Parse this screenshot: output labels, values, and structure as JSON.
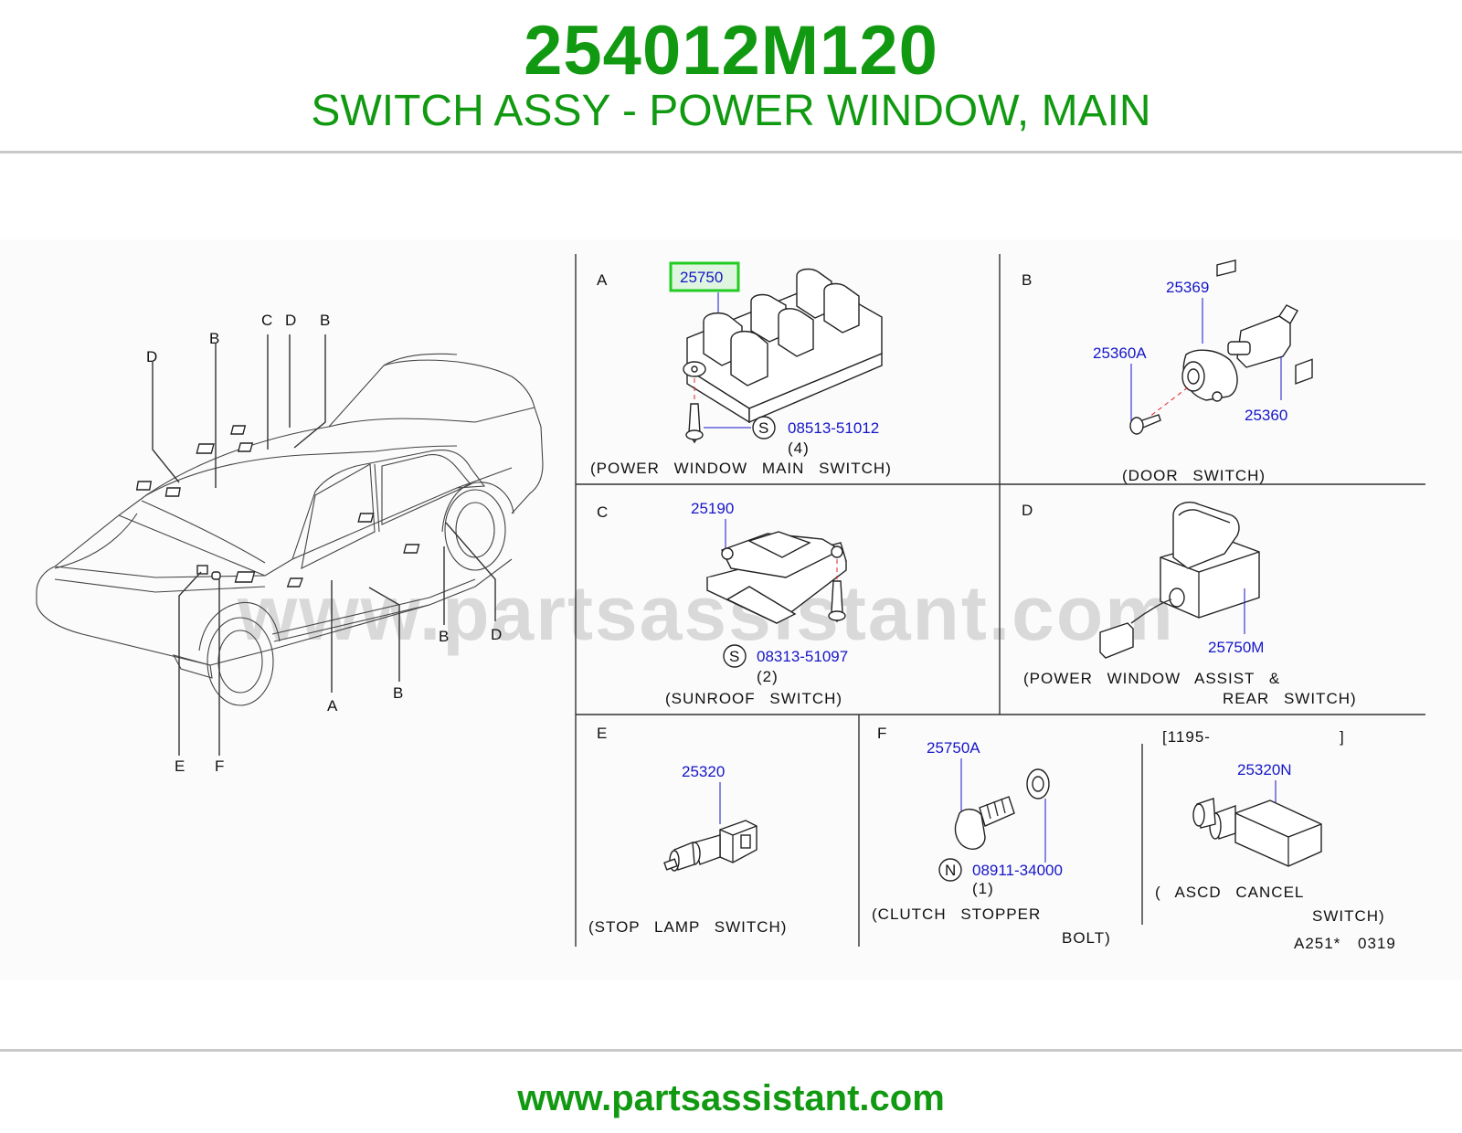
{
  "header": {
    "part_number": "254012M120",
    "description": "SWITCH ASSY - POWER WINDOW, MAIN"
  },
  "watermark": "www.partsassistant.com",
  "footer": {
    "url": "www.partsassistant.com"
  },
  "colors": {
    "brand_green": "#119911",
    "part_number_blue": "#1515c8",
    "highlight_box": "#22cc22"
  },
  "car_overview": {
    "labels": {
      "top_c": "C",
      "top_d": "D",
      "top_b": "B",
      "left_d": "D",
      "left_b": "B",
      "bottom_a": "A",
      "bottom_b": "B",
      "rear_b": "B",
      "rear_d": "D",
      "bottom_e": "E",
      "bottom_f": "F"
    }
  },
  "sections": {
    "a": {
      "letter": "A",
      "part_main": "25750",
      "screw_symbol": "S",
      "screw_part": "08513-51012",
      "quantity": "(4)",
      "caption": "(POWER WINDOW MAIN SWITCH)"
    },
    "b": {
      "letter": "B",
      "part_top": "25369",
      "part_left": "25360A",
      "part_right": "25360",
      "caption": "(DOOR SWITCH)"
    },
    "c": {
      "letter": "C",
      "part_main": "25190",
      "screw_symbol": "S",
      "screw_part": "08313-51097",
      "quantity": "(2)",
      "caption": "(SUNROOF SWITCH)"
    },
    "d": {
      "letter": "D",
      "part_main": "25750M",
      "caption_line1": "(POWER WINDOW ASSIST &",
      "caption_line2": "REAR SWITCH)"
    },
    "e": {
      "letter": "E",
      "part_main": "25320",
      "caption": "(STOP LAMP SWITCH)"
    },
    "f": {
      "letter": "F",
      "part_main": "25750A",
      "nut_symbol": "N",
      "nut_part": "08911-34000",
      "quantity": "(1)",
      "caption_line1": "(CLUTCH STOPPER",
      "caption_line2": "BOLT)"
    },
    "f2": {
      "date_range_open": "[1195-",
      "date_range_close": "]",
      "part_main": "25320N",
      "caption_line1": "( ASCD CANCEL",
      "caption_line2": "SWITCH)",
      "ref_code": "A251*",
      "ref_num": "0319"
    }
  }
}
